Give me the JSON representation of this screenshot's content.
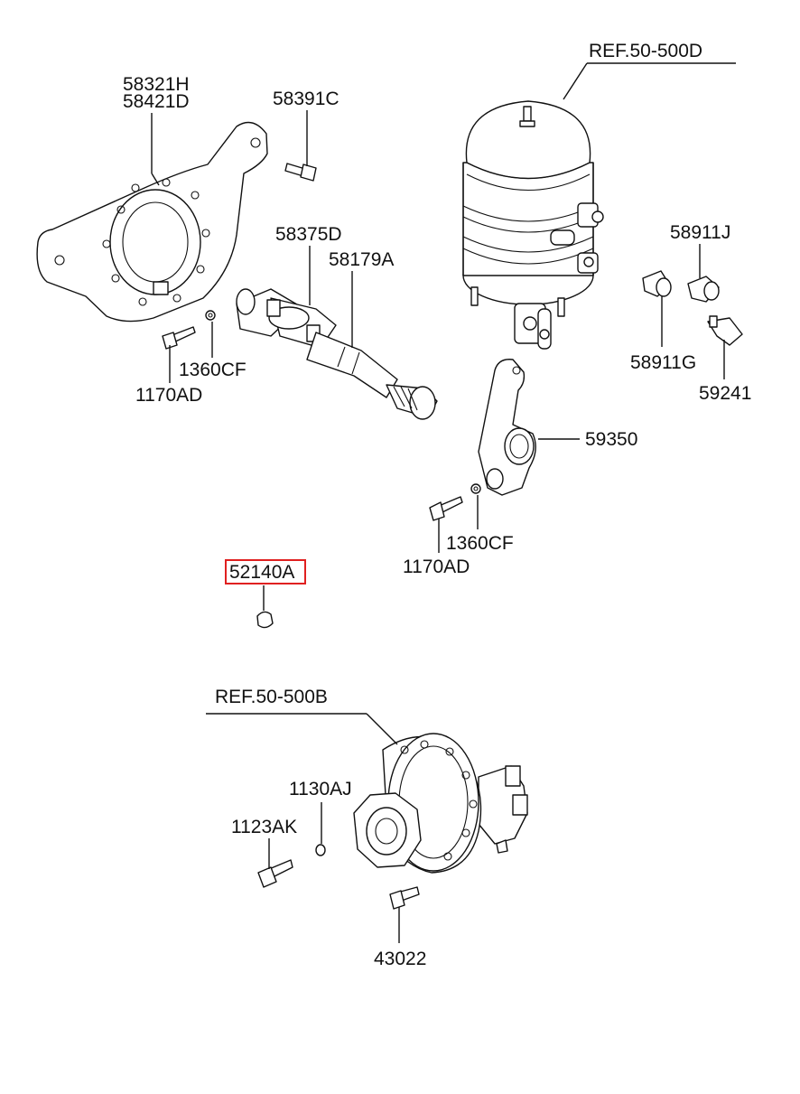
{
  "labels": {
    "ref_top": "REF.50-500D",
    "ref_bottom": "REF.50-500B",
    "p58321H": "58321H",
    "p58421D": "58421D",
    "p58391C": "58391C",
    "p58375D": "58375D",
    "p58179A": "58179A",
    "p1360CF_a": "1360CF",
    "p1170AD_a": "1170AD",
    "p58911J": "58911J",
    "p58911G": "58911G",
    "p59241": "59241",
    "p59350": "59350",
    "p1360CF_b": "1360CF",
    "p1170AD_b": "1170AD",
    "p52140A": "52140A",
    "p1130AJ": "1130AJ",
    "p1123AK": "1123AK",
    "p43022": "43022"
  },
  "highlight": {
    "part": "52140A",
    "color": "#e02020"
  }
}
